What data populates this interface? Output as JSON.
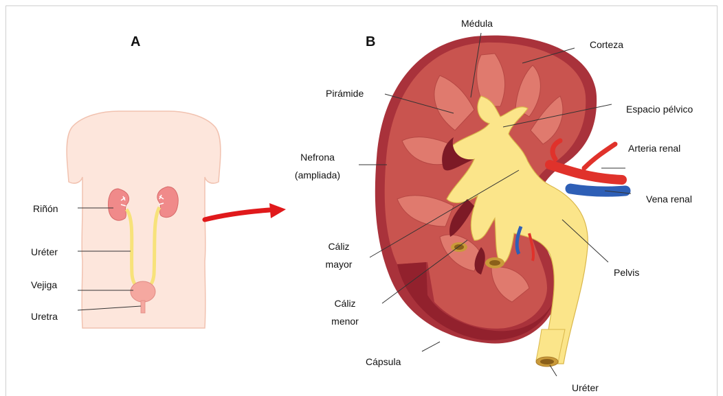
{
  "panels": {
    "a": "A",
    "b": "B"
  },
  "labels_a": {
    "rinon": "Riñón",
    "ureter": "Uréter",
    "vejiga": "Vejiga",
    "uretra": "Uretra"
  },
  "labels_b": {
    "medula": "Médula",
    "corteza": "Corteza",
    "piramide": "Pirámide",
    "espacio_pelvico": "Espacio pélvico",
    "nefrona_line1": "Nefrona",
    "nefrona_line2": "(ampliada)",
    "arteria_renal": "Arteria renal",
    "vena_renal": "Vena renal",
    "caliz_mayor_line1": "Cáliz",
    "caliz_mayor_line2": "mayor",
    "pelvis": "Pelvis",
    "caliz_menor_line1": "Cáliz",
    "caliz_menor_line2": "menor",
    "capsula": "Cápsula",
    "ureter": "Uréter"
  },
  "colors": {
    "body_fill": "#fde6dc",
    "body_stroke": "#f1c2b0",
    "kidney_small": "#f08a8a",
    "ureter_yellow": "#f7e27a",
    "capsule": "#a9323b",
    "cortex": "#c9544f",
    "pelvis": "#fbe58a",
    "artery": "#e0322b",
    "vein": "#2e5fb6",
    "arrow": "#e0191b"
  }
}
